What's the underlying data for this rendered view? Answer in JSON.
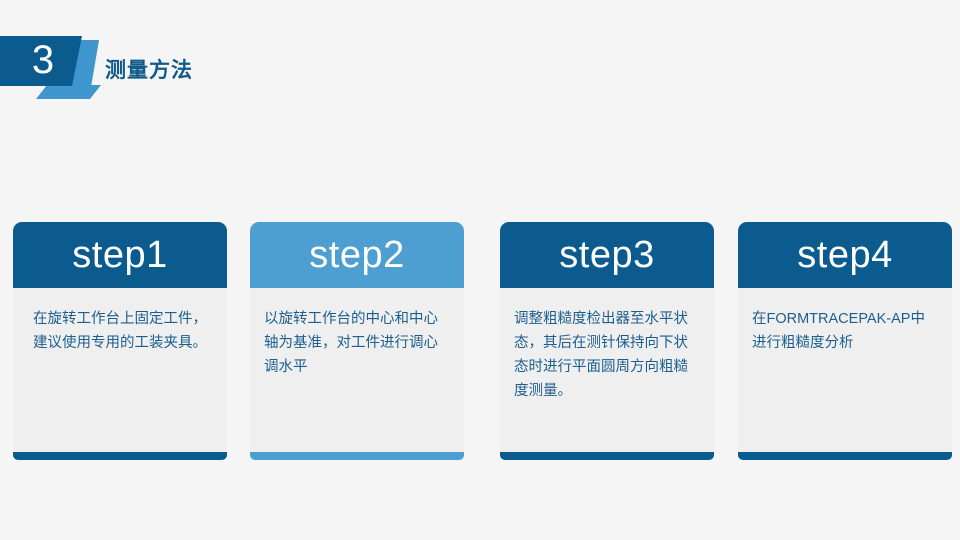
{
  "background_color": "#f5f5f5",
  "header": {
    "number": "3",
    "title": "测量方法",
    "number_shape_color": "#0b5b8e",
    "accent_shape_color": "#3f95cd",
    "title_color": "#115a8a"
  },
  "palette": {
    "dark_blue": "#0b5b8e",
    "light_blue": "#4e9fd1",
    "card_body_bg": "#efefef",
    "body_text": "#1c5f8f"
  },
  "cards": [
    {
      "title": "step1",
      "body": "在旋转工作台上固定工件，建议使用专用的工装夹具。",
      "header_color": "#0b5b8e",
      "footer_color": "#0b5b8e",
      "align": "center"
    },
    {
      "title": "step2",
      "body": "以旋转工作台的中心和中心轴为基准，对工件进行调心调水平",
      "header_color": "#4e9fd1",
      "footer_color": "#4e9fd1",
      "align": "left"
    },
    {
      "title": "step3",
      "body": "调整粗糙度检出器至水平状态，其后在测针保持向下状态时进行平面圆周方向粗糙度测量。",
      "header_color": "#0b5b8e",
      "footer_color": "#0b5b8e",
      "align": "left"
    },
    {
      "title": "step4",
      "body": "在FORMTRACEPAK-AP中进行粗糙度分析",
      "header_color": "#0b5b8e",
      "footer_color": "#0b5b8e",
      "align": "left"
    }
  ]
}
